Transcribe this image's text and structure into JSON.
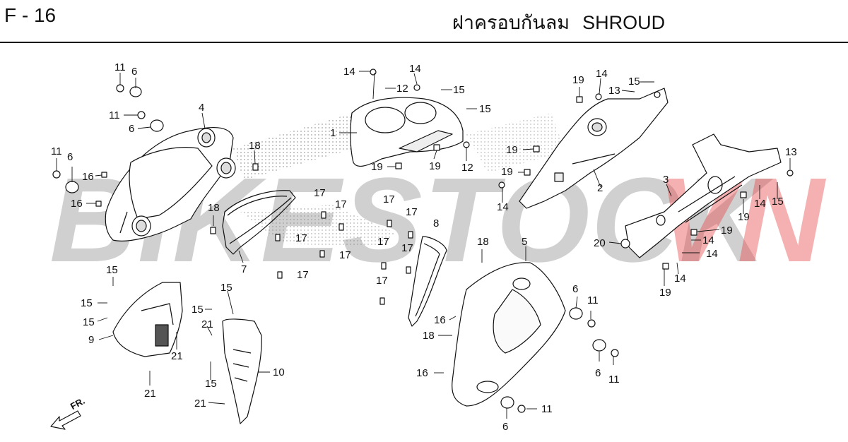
{
  "header": {
    "page_code": "F - 16",
    "title_th": "ฝาครอบกันลม",
    "title_en": "SHROUD"
  },
  "watermark": {
    "part1": "BIKESTOCK",
    "part2": "VN",
    "gray": "#9a9a9a",
    "red": "#e64646"
  },
  "direction": {
    "label": "FR."
  },
  "callouts": {
    "c11a": "11",
    "c6a": "6",
    "c11b": "11",
    "c6b": "6",
    "c4": "4",
    "c11c": "11",
    "c6c": "6",
    "c16a": "16",
    "c16b": "16",
    "c18a": "18",
    "c18b": "18",
    "c7": "7",
    "c17a": "17",
    "c17b": "17",
    "c17c": "17",
    "c17d": "17",
    "c17e": "17",
    "c14a": "14",
    "c14b": "14",
    "c12a": "12",
    "c15a": "15",
    "c15b": "15",
    "c1": "1",
    "c19a": "19",
    "c19b": "19",
    "c12b": "12",
    "c17f": "17",
    "c17g": "17",
    "c17h": "17",
    "c17i": "17",
    "c17j": "17",
    "c8": "8",
    "c19c": "19",
    "c14c": "14",
    "c15c": "15",
    "c13a": "13",
    "c19d": "19",
    "c19e": "19",
    "c14d": "14",
    "c2": "2",
    "c3": "3",
    "c13b": "13",
    "c19f": "19",
    "c14e": "14",
    "c15d": "15",
    "c19g": "19",
    "c14f": "14",
    "c14g": "14",
    "c20": "20",
    "c19h": "19",
    "c14h": "14",
    "c15e": "15",
    "c15f": "15",
    "c15g": "15",
    "c9": "9",
    "c21a": "21",
    "c21b": "21",
    "c15h": "15",
    "c15i": "15",
    "c21c": "21",
    "c15j": "15",
    "c10": "10",
    "c21d": "21",
    "c18c": "18",
    "c5": "5",
    "c16c": "16",
    "c18d": "18",
    "c16d": "16",
    "c6d": "6",
    "c11d": "11",
    "c6e": "6",
    "c11e": "11",
    "c11f": "11",
    "c6f": "6"
  }
}
